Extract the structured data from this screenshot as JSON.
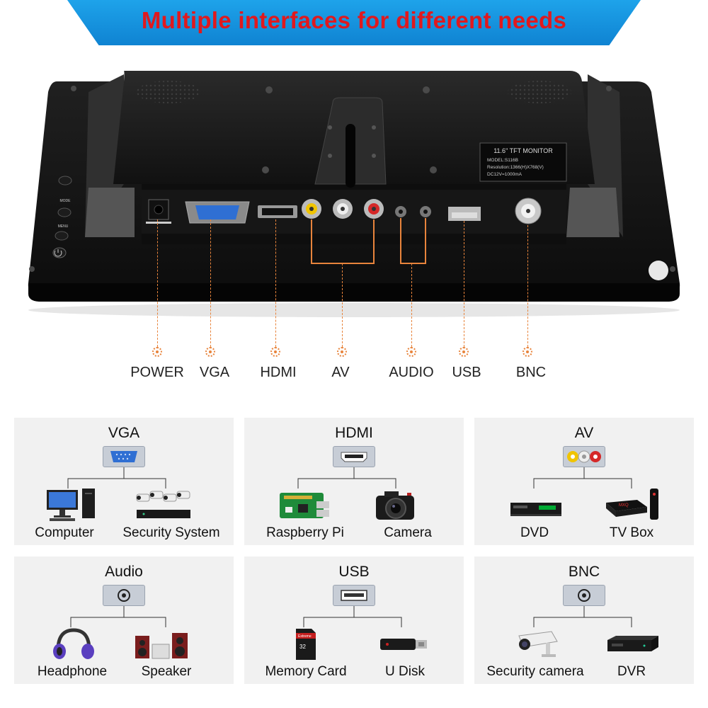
{
  "banner": {
    "title": "Multiple interfaces for different needs"
  },
  "monitor": {
    "label_line1": "11.6\" TFT MONITOR",
    "label_line2": "MODEL:S116B",
    "label_line3": "Resolution:1366(H)X768(V)",
    "label_line4": "DC12V=1000mA",
    "buttons": [
      "MODE",
      "MENU"
    ]
  },
  "ports": [
    "POWER",
    "VGA",
    "HDMI",
    "AV",
    "AUDIO",
    "USB",
    "BNC"
  ],
  "cards": [
    {
      "title": "VGA",
      "icon": "vga-port-icon",
      "devices": [
        {
          "label": "Computer",
          "icon": "computer-icon"
        },
        {
          "label": "Security System",
          "icon": "security-system-icon"
        }
      ]
    },
    {
      "title": "HDMI",
      "icon": "hdmi-port-icon",
      "devices": [
        {
          "label": "Raspberry Pi",
          "icon": "raspberry-pi-icon"
        },
        {
          "label": "Camera",
          "icon": "camera-icon"
        }
      ]
    },
    {
      "title": "AV",
      "icon": "av-port-icon",
      "devices": [
        {
          "label": "DVD",
          "icon": "dvd-player-icon"
        },
        {
          "label": "TV Box",
          "icon": "tv-box-icon"
        }
      ]
    },
    {
      "title": "Audio",
      "icon": "audio-port-icon",
      "devices": [
        {
          "label": "Headphone",
          "icon": "headphone-icon"
        },
        {
          "label": "Speaker",
          "icon": "speaker-icon"
        }
      ]
    },
    {
      "title": "USB",
      "icon": "usb-port-icon",
      "devices": [
        {
          "label": "Memory Card",
          "icon": "memory-card-icon"
        },
        {
          "label": "U Disk",
          "icon": "usb-disk-icon"
        }
      ]
    },
    {
      "title": "BNC",
      "icon": "bnc-port-icon",
      "devices": [
        {
          "label": "Security camera",
          "icon": "security-camera-icon"
        },
        {
          "label": "DVR",
          "icon": "dvr-icon"
        }
      ]
    }
  ],
  "colors": {
    "banner": "#1393dc",
    "banner_text": "#e0191e",
    "leader": "#e8843c",
    "card_bg": "#f1f1f1"
  }
}
